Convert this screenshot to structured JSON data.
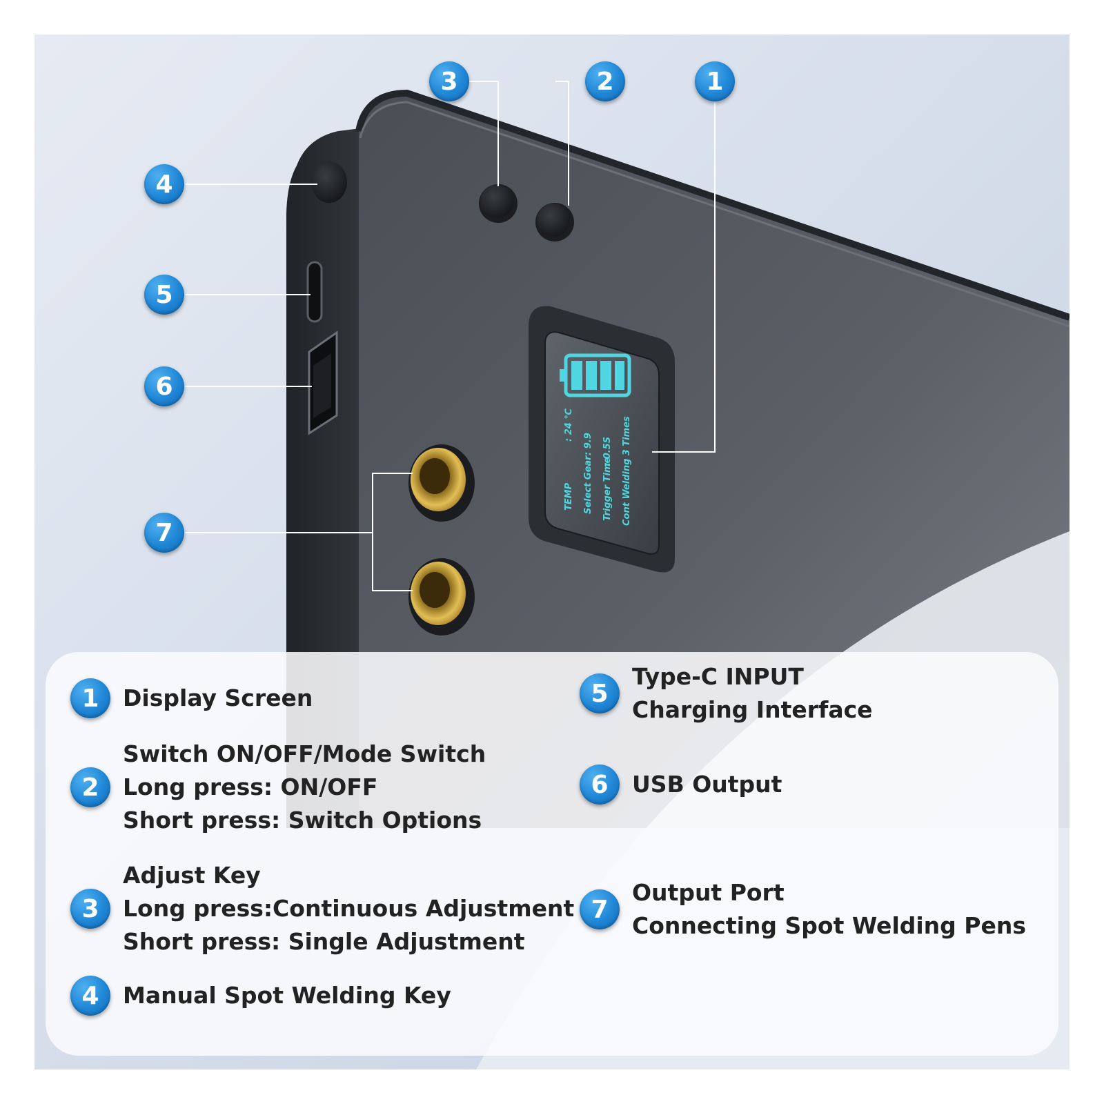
{
  "callouts": [
    {
      "number": "1"
    },
    {
      "number": "2"
    },
    {
      "number": "3"
    },
    {
      "number": "4"
    },
    {
      "number": "5"
    },
    {
      "number": "6"
    },
    {
      "number": "7"
    }
  ],
  "display": {
    "rows": [
      {
        "label": "TEMP",
        "value": ": 24 ℃"
      },
      {
        "label": "Select Gear",
        "value": ": 9.9"
      },
      {
        "label": "Trigger Time",
        "value": ": 0.5S"
      },
      {
        "label": "Cont Welding",
        "value": ": 3 Times"
      }
    ]
  },
  "legend": [
    {
      "number": "1",
      "lines": [
        "Display Screen"
      ]
    },
    {
      "number": "2",
      "lines": [
        "Switch ON/OFF/Mode Switch",
        "Long press: ON/OFF",
        "Short press: Switch Options"
      ]
    },
    {
      "number": "3",
      "lines": [
        "Adjust Key",
        "Long press:Continuous Adjustment",
        "Short press: Single Adjustment"
      ]
    },
    {
      "number": "4",
      "lines": [
        "Manual Spot Welding Key"
      ]
    },
    {
      "number": "5",
      "lines": [
        "Type-C INPUT",
        "Charging Interface"
      ]
    },
    {
      "number": "6",
      "lines": [
        "USB Output"
      ]
    },
    {
      "number": "7",
      "lines": [
        "Output Port",
        "Connecting Spot Welding Pens"
      ]
    }
  ],
  "colors": {
    "badge": "#1f86d6",
    "device_body": "#3f4349",
    "lcd_text": "#4fd6e0",
    "brass": "#c9a23a"
  }
}
